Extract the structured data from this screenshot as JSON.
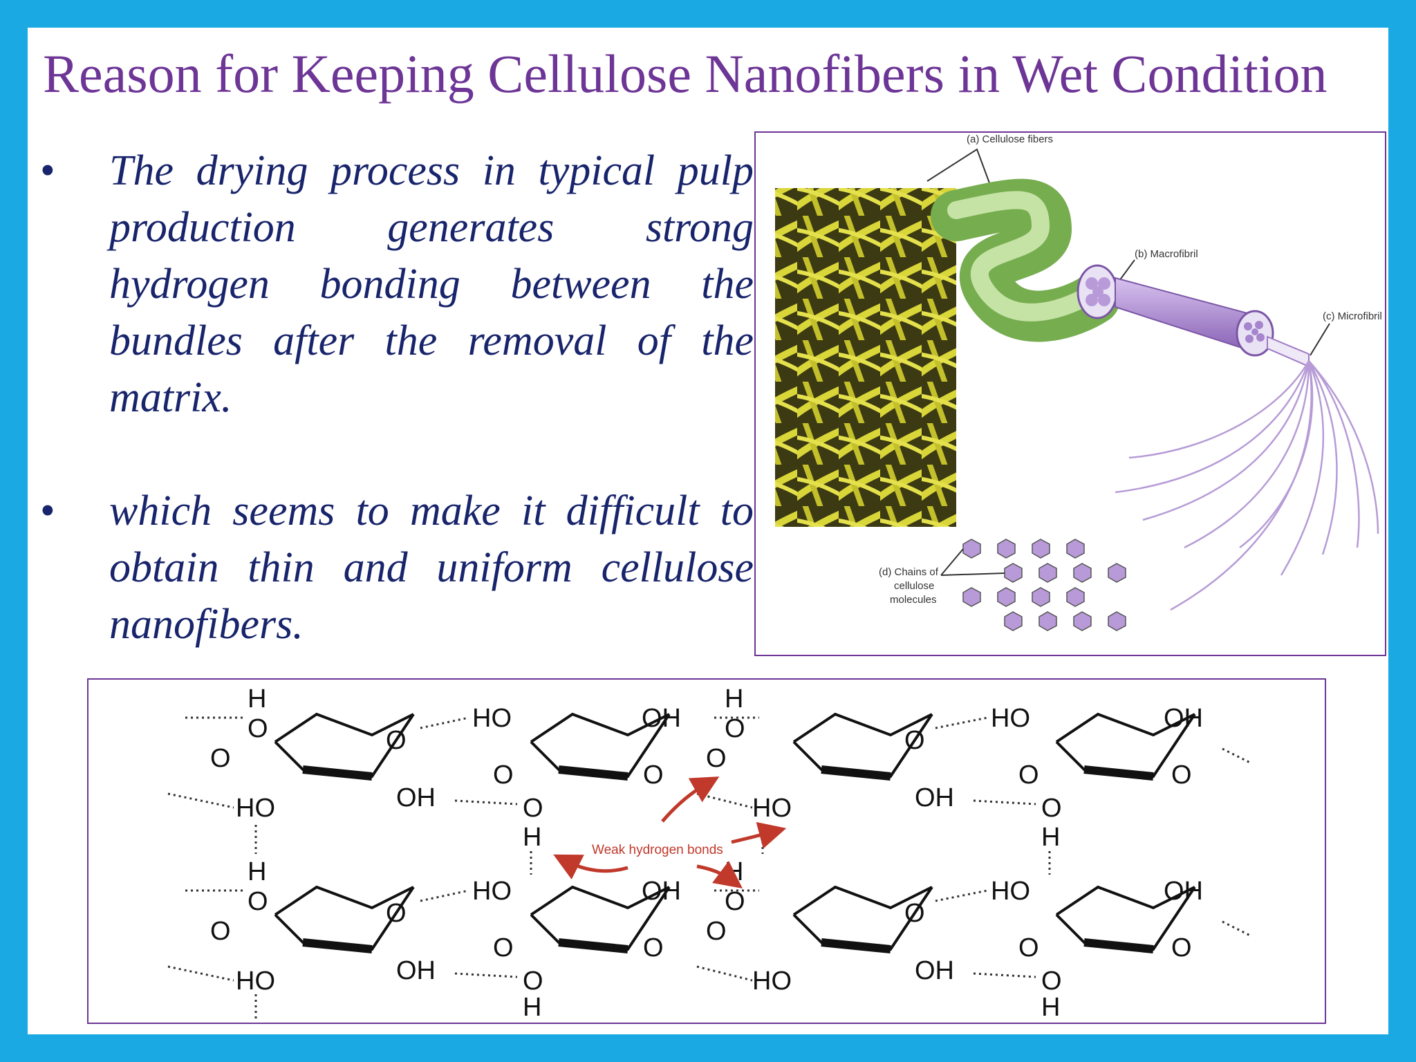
{
  "slide": {
    "title": "Reason for Keeping Cellulose Nanofibers in Wet Condition",
    "bullet_symbol": "•",
    "bullets": [
      {
        "text": "The drying process in typical pulp production generates strong hydrogen bonding between the bundles after the removal of the matrix."
      },
      {
        "text": "which seems to make it difficult to obtain thin and uniform cellulose nanofibers."
      }
    ]
  },
  "figure_top": {
    "labels": {
      "a": "(a) Cellulose fibers",
      "b": "(b) Macrofibril",
      "c": "(c) Microfibril",
      "d1": "(d) Chains of",
      "d2": "cellulose",
      "d3": "molecules"
    },
    "colors": {
      "fiber_photo": "#c9c62a",
      "macrofibril": "#8fc46a",
      "microfibril": "#9e79c4"
    }
  },
  "figure_bottom": {
    "atoms": {
      "H": "H",
      "O": "O",
      "HO": "HO",
      "OH": "OH"
    },
    "annotation": "Weak hydrogen bonds",
    "colors": {
      "arrow": "#c0392b"
    }
  }
}
